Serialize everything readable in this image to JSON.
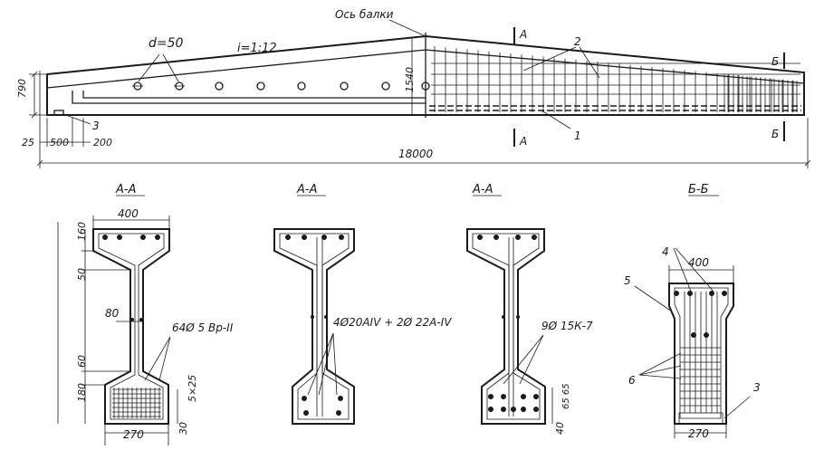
{
  "beam": {
    "axis_label": "Ось балки",
    "hole_diameter_label": "d=50",
    "slope_label": "i=1:12",
    "end_height_label": "790",
    "mid_height_label": "1540",
    "length_label": "18000",
    "offset_25": "25",
    "offset_500": "500",
    "offset_200": "200",
    "callout_1": "1",
    "callout_2": "2",
    "callout_3": "3",
    "cut_a_top": "А",
    "cut_a_bottom": "А",
    "cut_b_top": "Б",
    "cut_b_bottom": "Б"
  },
  "sections": [
    {
      "title": "А-А",
      "dim_top_width": "400",
      "dim_flange_h": "160",
      "dim_haunch_h": "50",
      "dim_web_w": "80",
      "dim_bot_haunch": "60",
      "dim_bot_flange": "180",
      "dim_bot_width": "270",
      "dim_cover": "30",
      "dim_spacing": "5×25",
      "rebar_label": "64Ø 5 Вр-II"
    },
    {
      "title": "А-А",
      "rebar_label": "4Ø20АIV + 2Ø 22А-IV"
    },
    {
      "title": "А-А",
      "rebar_label": "9Ø 15К-7",
      "dim_spacing": "65 65",
      "dim_cover": "40"
    },
    {
      "title": "Б-Б",
      "dim_top_width": "400",
      "dim_bot_width": "270",
      "callout_3": "3",
      "callout_4": "4",
      "callout_5": "5",
      "callout_6": "6"
    }
  ]
}
